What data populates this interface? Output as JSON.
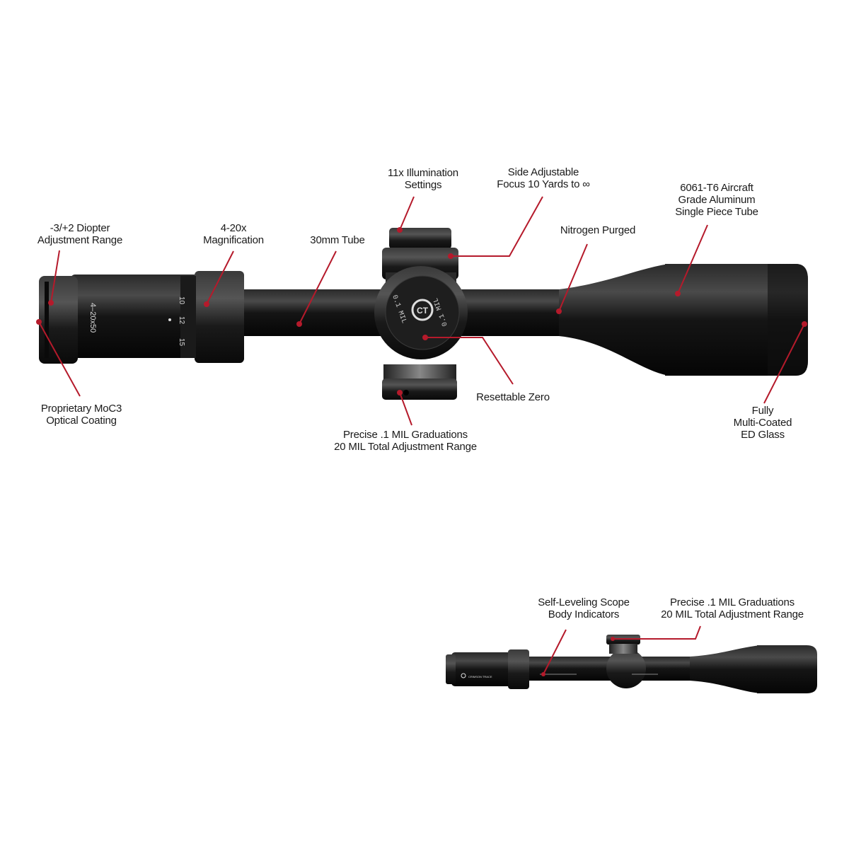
{
  "accent_color": "#b51a2b",
  "main_scope": {
    "markings": {
      "model": "4–20x50",
      "turret_left": "0.1 MIL",
      "turret_right": "0.1 MIL",
      "mag_numbers": [
        "10",
        "12",
        "15"
      ],
      "logo": "CT"
    },
    "callouts": [
      {
        "id": "illumination",
        "lines": [
          "11x Illumination",
          "Settings"
        ]
      },
      {
        "id": "side-focus",
        "lines": [
          "Side Adjustable",
          "Focus 10 Yards to ∞"
        ]
      },
      {
        "id": "tube-material",
        "lines": [
          "6061-T6 Aircraft",
          "Grade Aluminum",
          "Single Piece Tube"
        ]
      },
      {
        "id": "diopter",
        "lines": [
          "-3/+2 Diopter",
          "Adjustment Range"
        ]
      },
      {
        "id": "magnification",
        "lines": [
          "4-20x",
          "Magnification"
        ]
      },
      {
        "id": "tube-size",
        "lines": [
          "30mm Tube"
        ]
      },
      {
        "id": "nitrogen",
        "lines": [
          "Nitrogen Purged"
        ]
      },
      {
        "id": "coating",
        "lines": [
          "Proprietary MoC3",
          "Optical Coating"
        ]
      },
      {
        "id": "reset-zero",
        "lines": [
          "Resettable Zero"
        ]
      },
      {
        "id": "graduations",
        "lines": [
          "Precise .1 MIL Graduations",
          "20 MIL Total Adjustment Range"
        ]
      },
      {
        "id": "glass",
        "lines": [
          "Fully",
          "Multi-Coated",
          "ED Glass"
        ]
      }
    ]
  },
  "side_scope": {
    "markings": {
      "brand": "CRIMSON TRACE"
    },
    "callouts": [
      {
        "id": "self-leveling",
        "lines": [
          "Self-Leveling Scope",
          "Body Indicators"
        ]
      },
      {
        "id": "graduations-top",
        "lines": [
          "Precise .1 MIL Graduations",
          "20 MIL Total Adjustment Range"
        ]
      }
    ]
  }
}
